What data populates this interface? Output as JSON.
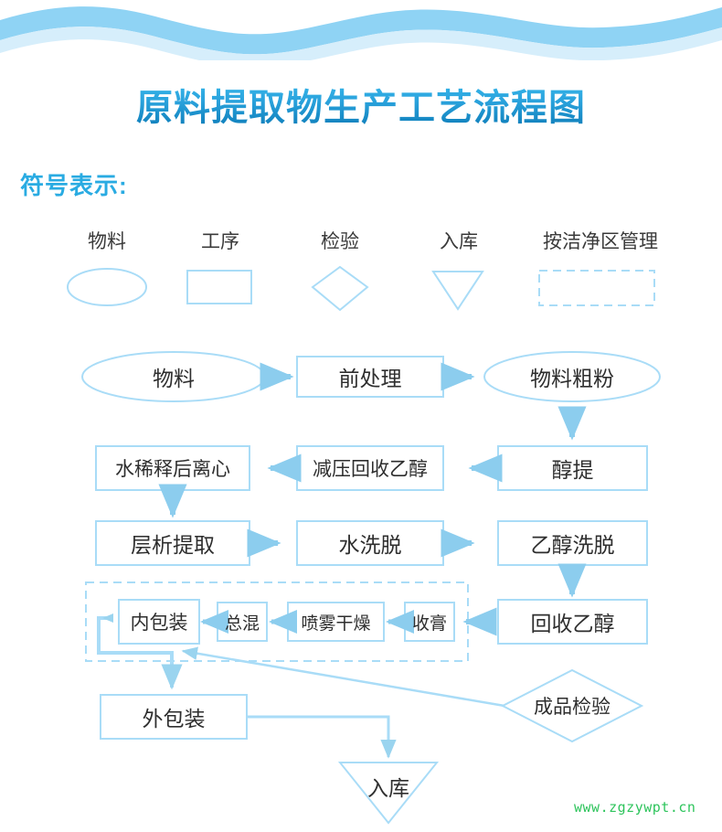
{
  "header": {
    "wave_color_dark": "#8fd3f4",
    "wave_color_light": "#d6eefb"
  },
  "title": {
    "text": "原料提取物生产工艺流程图",
    "color_top": "#35b4e8",
    "color_bottom": "#0a78b4"
  },
  "legend": {
    "heading": "符号表示：",
    "heading_raw": "符号表示:",
    "heading_color": "#29abe2",
    "items": [
      {
        "label": "物料",
        "shape": "ellipse",
        "icon_name": "ellipse-symbol-icon"
      },
      {
        "label": "工序",
        "shape": "rectangle",
        "icon_name": "rectangle-symbol-icon"
      },
      {
        "label": "检验",
        "shape": "diamond",
        "icon_name": "diamond-symbol-icon"
      },
      {
        "label": "入库",
        "shape": "triangle-down",
        "icon_name": "triangle-symbol-icon"
      },
      {
        "label": "按洁净区管理",
        "shape": "dashed-rect",
        "icon_name": "dashed-rect-symbol-icon"
      }
    ]
  },
  "flow": {
    "stroke_color": "#a3d9f5",
    "arrow_color": "#8ccdee",
    "text_color": "#2e2e2e",
    "clean_area_note": "按洁净区管理",
    "nodes": [
      {
        "id": "wuliao",
        "label": "物料",
        "shape": "ellipse"
      },
      {
        "id": "qianchuli",
        "label": "前处理",
        "shape": "rectangle"
      },
      {
        "id": "wuliaocufen",
        "label": "物料粗粉",
        "shape": "ellipse"
      },
      {
        "id": "chunti",
        "label": "醇提",
        "shape": "rectangle"
      },
      {
        "id": "jianyahuishou",
        "label": "减压回收乙醇",
        "shape": "rectangle"
      },
      {
        "id": "shuixishi",
        "label": "水稀释后离心",
        "shape": "rectangle"
      },
      {
        "id": "cengxi",
        "label": "层析提取",
        "shape": "rectangle"
      },
      {
        "id": "shuixituo",
        "label": "水洗脱",
        "shape": "rectangle"
      },
      {
        "id": "yichunxituo",
        "label": "乙醇洗脱",
        "shape": "rectangle"
      },
      {
        "id": "huishouyichun",
        "label": "回收乙醇",
        "shape": "rectangle"
      },
      {
        "id": "shougao",
        "label": "收膏",
        "shape": "rectangle"
      },
      {
        "id": "penwuganzao",
        "label": "喷雾干燥",
        "shape": "rectangle"
      },
      {
        "id": "zonghun",
        "label": "总混",
        "shape": "rectangle"
      },
      {
        "id": "neibaozhuang",
        "label": "内包装",
        "shape": "rectangle"
      },
      {
        "id": "waibaozhuang",
        "label": "外包装",
        "shape": "rectangle"
      },
      {
        "id": "chengpinjy",
        "label": "成品检验",
        "shape": "diamond"
      },
      {
        "id": "ruku",
        "label": "入库",
        "shape": "triangle-down"
      }
    ],
    "edges": [
      {
        "from": "wuliao",
        "to": "qianchuli",
        "dir": "right"
      },
      {
        "from": "qianchuli",
        "to": "wuliaocufen",
        "dir": "right"
      },
      {
        "from": "wuliaocufen",
        "to": "chunti",
        "dir": "down"
      },
      {
        "from": "chunti",
        "to": "jianyahuishou",
        "dir": "left"
      },
      {
        "from": "jianyahuishou",
        "to": "shuixishi",
        "dir": "left"
      },
      {
        "from": "shuixishi",
        "to": "cengxi",
        "dir": "down"
      },
      {
        "from": "cengxi",
        "to": "shuixituo",
        "dir": "right"
      },
      {
        "from": "shuixituo",
        "to": "yichunxituo",
        "dir": "right"
      },
      {
        "from": "yichunxituo",
        "to": "huishouyichun",
        "dir": "down"
      },
      {
        "from": "huishouyichun",
        "to": "shougao",
        "dir": "left"
      },
      {
        "from": "shougao",
        "to": "penwuganzao",
        "dir": "left"
      },
      {
        "from": "penwuganzao",
        "to": "zonghun",
        "dir": "left"
      },
      {
        "from": "zonghun",
        "to": "neibaozhuang",
        "dir": "left"
      },
      {
        "from": "neibaozhuang",
        "to": "waibaozhuang",
        "dir": "loop-left-down"
      },
      {
        "from": "chengpinjy",
        "to": "neibaozhuang",
        "dir": "diagonal-up-left"
      },
      {
        "from": "waibaozhuang",
        "to": "ruku",
        "dir": "right-down"
      }
    ]
  },
  "watermark": {
    "text": "www.zgzywpt.cn",
    "color": "#2ec45c"
  }
}
